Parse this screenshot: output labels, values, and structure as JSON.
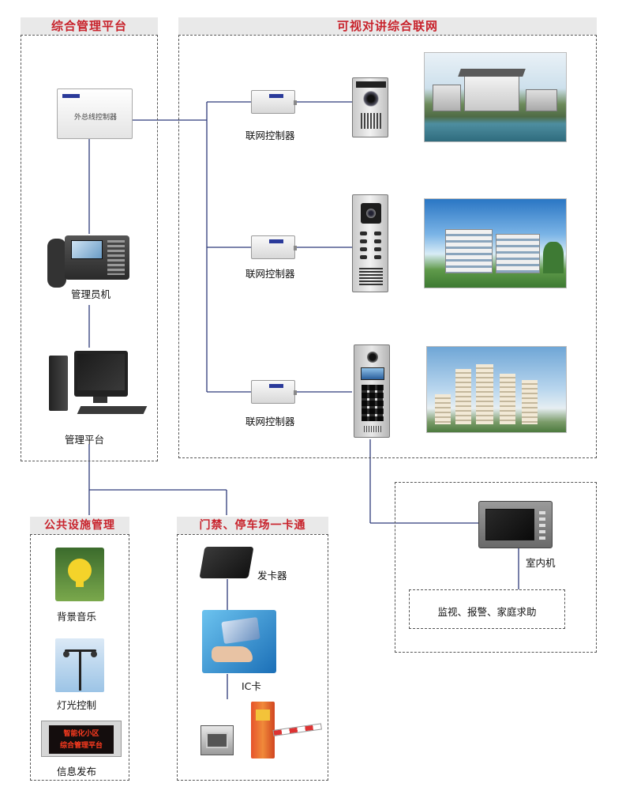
{
  "headers": {
    "management": "综合管理平台",
    "intercom": "可视对讲综合联网",
    "public": "公共设施管理",
    "access": "门禁、停车场一卡通"
  },
  "labels": {
    "bus_controller": "外总线控制器",
    "network_controller_1": "联网控制器",
    "network_controller_2": "联网控制器",
    "network_controller_3": "联网控制器",
    "admin_phone": "管理员机",
    "platform": "管理平台",
    "indoor_unit": "室内机",
    "indoor_features": "监视、报警、家庭求助",
    "bg_music": "背景音乐",
    "lighting": "灯光控制",
    "info_release": "信息发布",
    "card_issuer": "发卡器",
    "ic_card": "IC卡",
    "led_line1": "智能化小区",
    "led_line2": "综合管理平台"
  },
  "colors": {
    "header_text": "#c8232c",
    "header_bg": "#e9e9e9",
    "connector": "#2e3a7a"
  }
}
